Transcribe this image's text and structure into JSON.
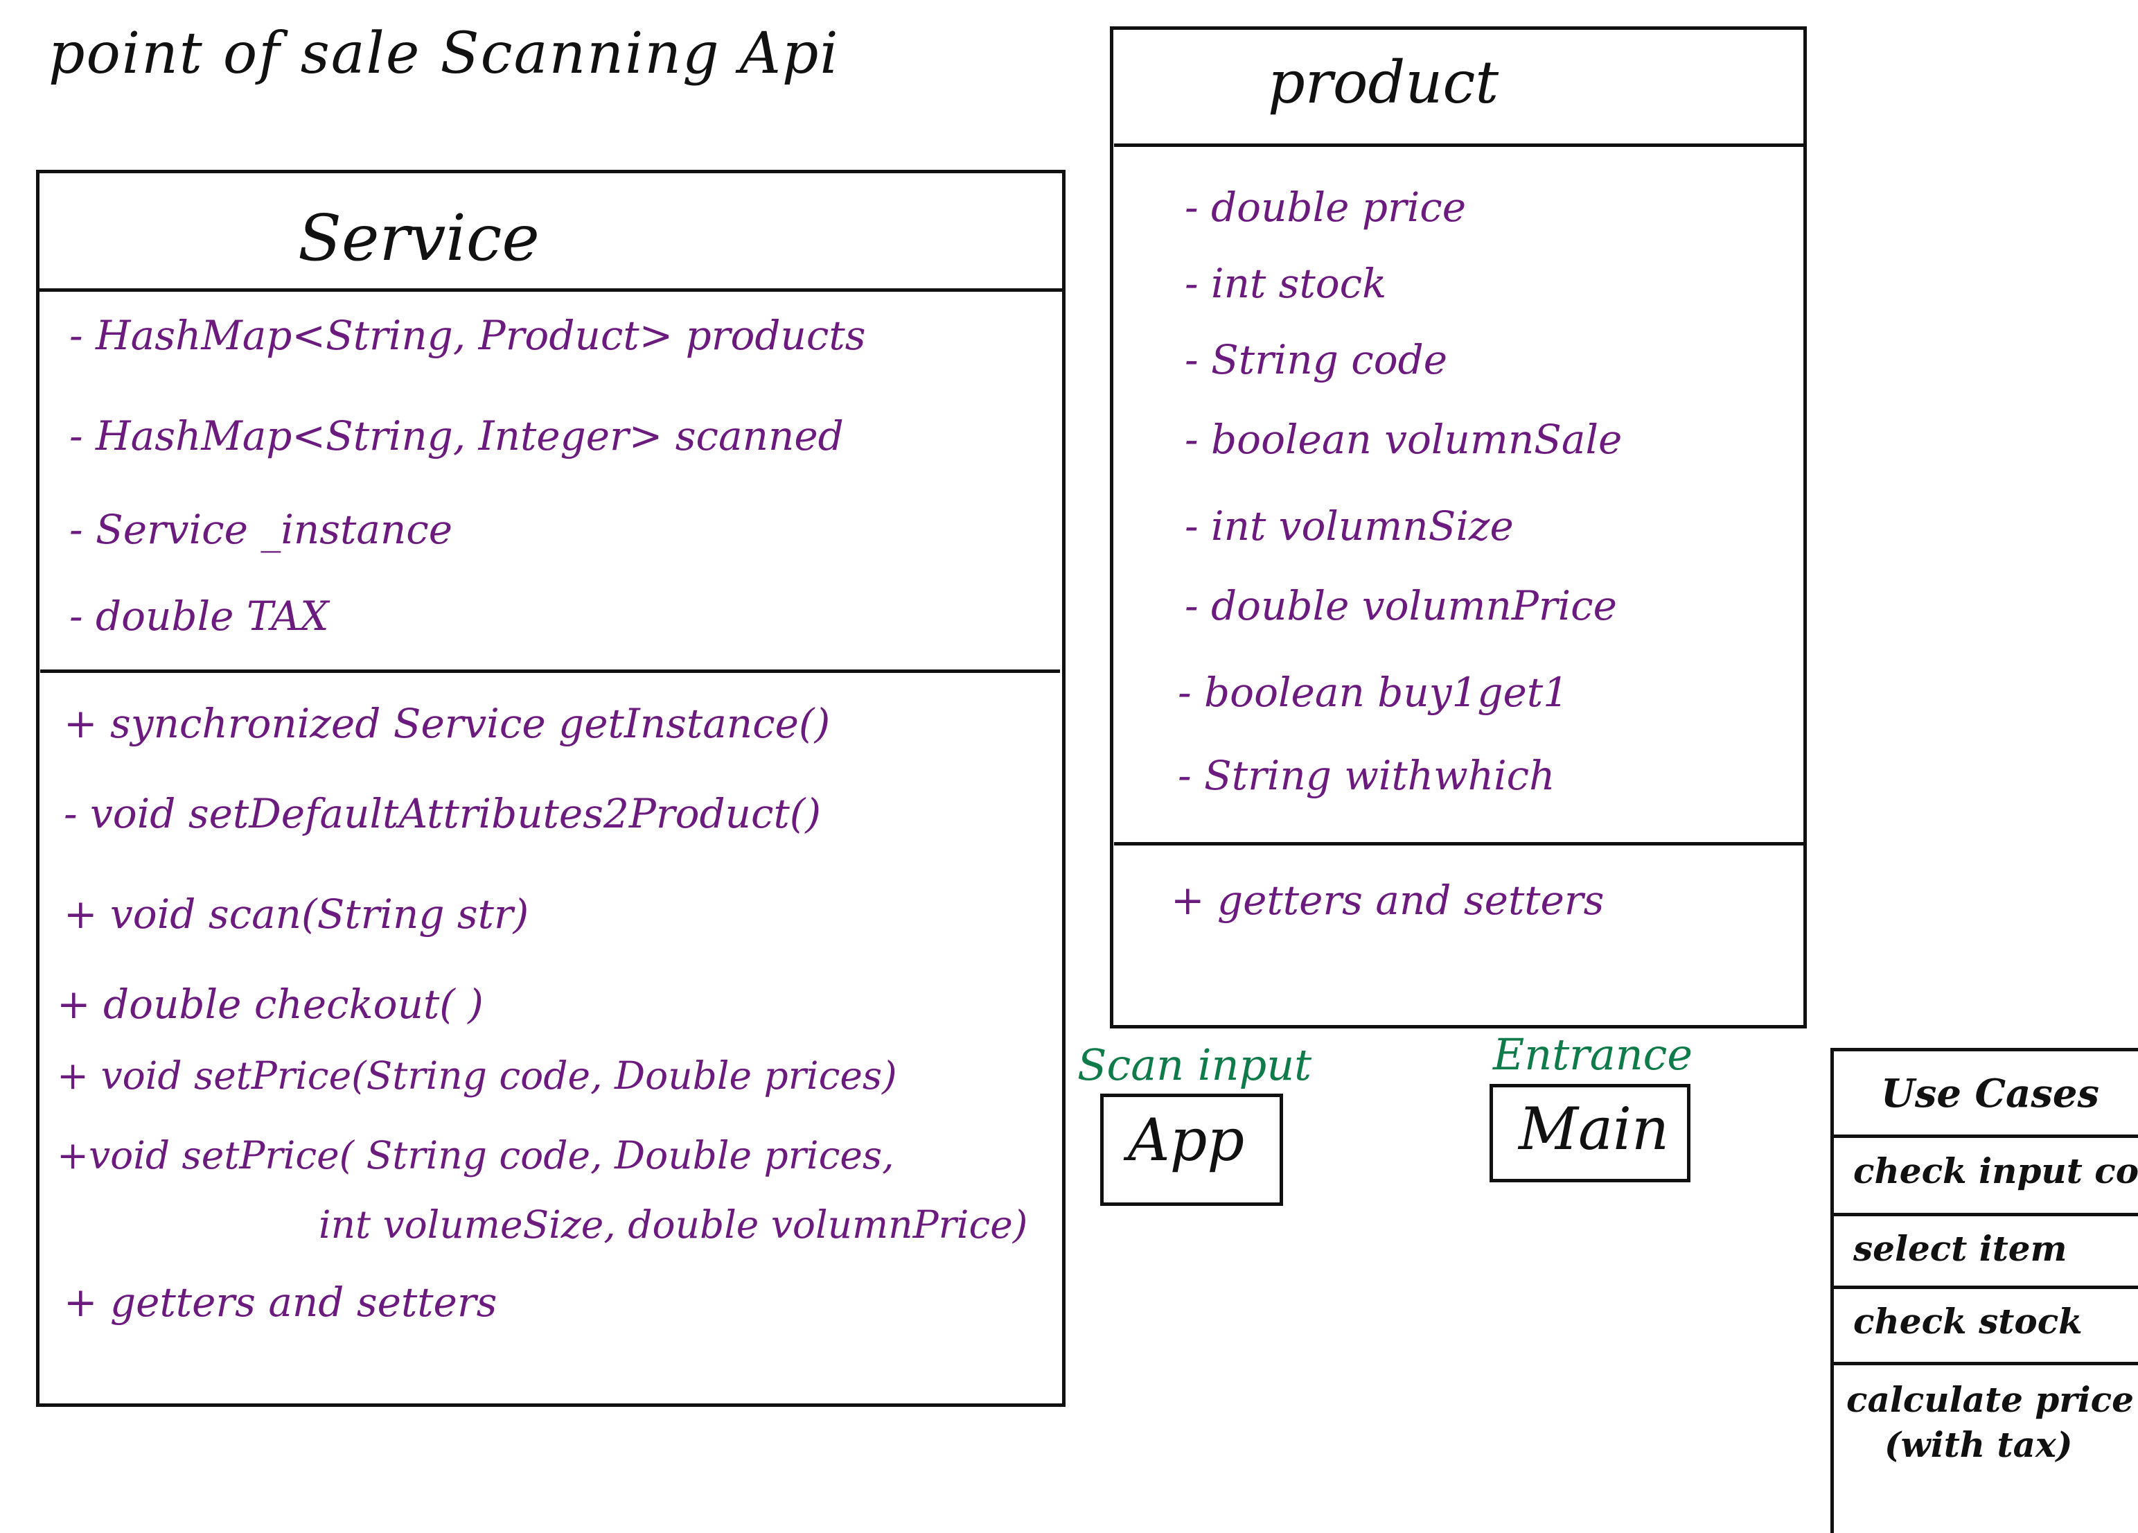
{
  "title": "point of sale Scanning Api",
  "service": {
    "name": "Service",
    "attributes": [
      "- HashMap<String, Product> products",
      "- HashMap<String, Integer> scanned",
      "- Service _instance",
      "- double TAX"
    ],
    "methods": [
      "+ synchronized Service getInstance()",
      "- void setDefaultAttributes2Product()",
      "+ void scan(String str)",
      "+ double checkout( )",
      "+ void setPrice(String code, Double prices)",
      "+void setPrice( String code, Double prices,",
      "int volumeSize, double volumnPrice)",
      "+ getters and setters"
    ]
  },
  "product": {
    "name": "product",
    "attributes": [
      "- double price",
      "- int stock",
      "- String code",
      "- boolean volumnSale",
      "- int volumnSize",
      "- double volumnPrice",
      "- boolean buy1get1",
      "- String withwhich"
    ],
    "methods": [
      "+ getters and setters"
    ]
  },
  "app": {
    "label": "App",
    "note": "Scan input"
  },
  "main": {
    "label": "Main",
    "note": "Entrance"
  },
  "use_cases": {
    "header": "Use Cases",
    "items": [
      "check input code",
      "select item",
      "check stock",
      "calculate price",
      "(with tax)"
    ]
  }
}
